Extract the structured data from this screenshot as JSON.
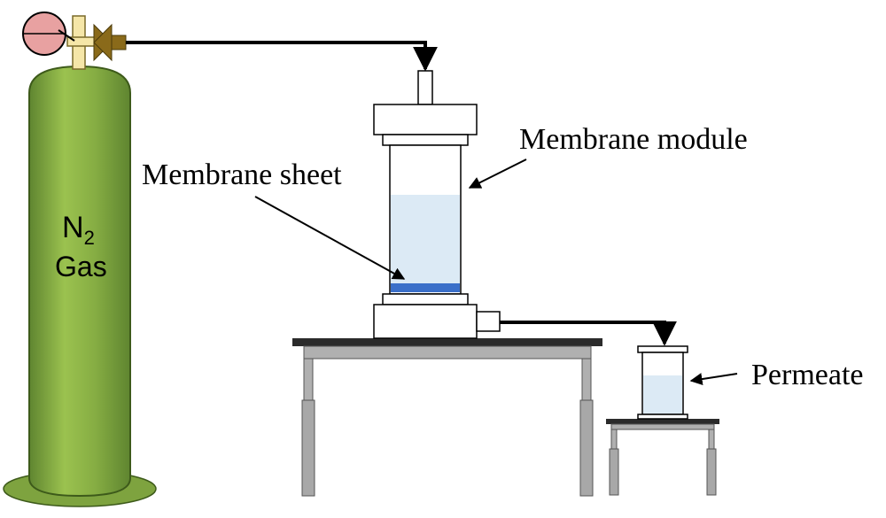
{
  "labels": {
    "membrane_module": "Membrane module",
    "membrane_sheet": "Membrane sheet",
    "permeate": "Permeate",
    "cylinder_formula_main": "N",
    "cylinder_formula_sub": "2",
    "cylinder_word": "Gas"
  },
  "colors": {
    "cylinder_green": "#7ea33f",
    "cylinder_highlight": "#9bc24f",
    "cylinder_shadow": "#5f8530",
    "gauge_pink": "#e8a1a1",
    "valve_brass": "#8a6a1a",
    "valve_yellow": "#f5e6a8",
    "liquid": "#dceaf5",
    "membrane_blue": "#3a6fc9",
    "table_top": "#2b2b2b",
    "table_frame": "#b0b0b0",
    "table_leg": "#a8a8a8"
  },
  "icons": [
    "gas-cylinder-icon",
    "pressure-gauge-icon",
    "valve-icon"
  ]
}
